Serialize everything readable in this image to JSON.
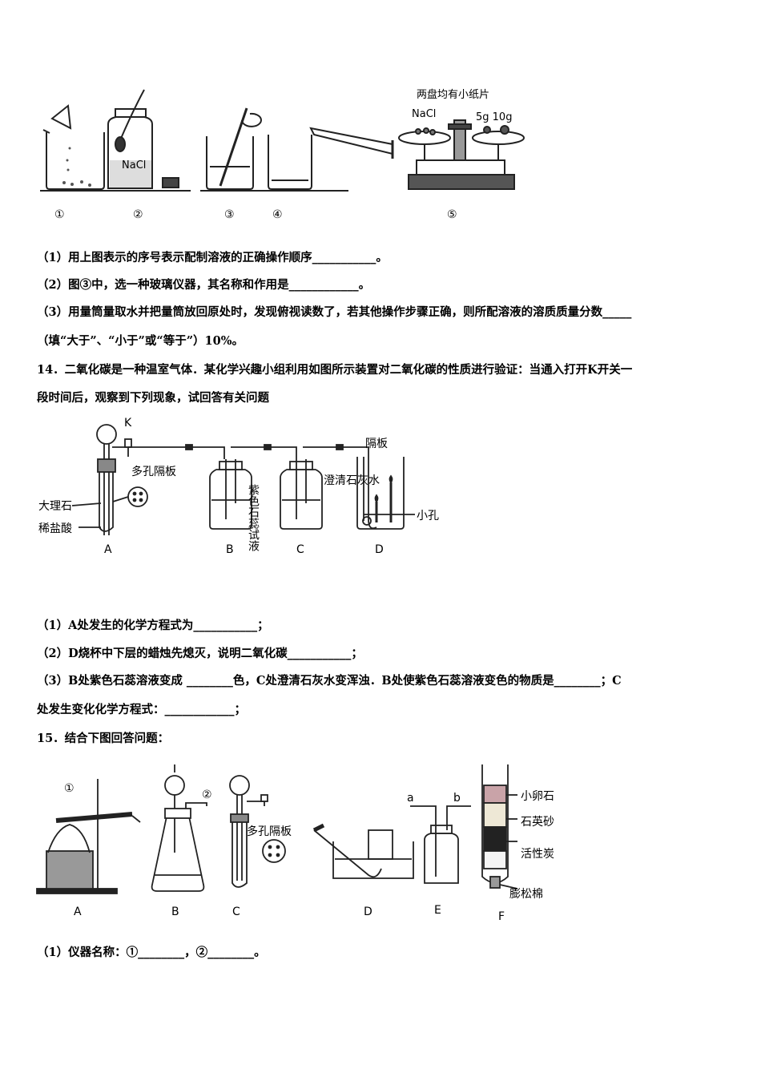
{
  "figure1": {
    "labels": [
      "①",
      "②",
      "③",
      "④",
      "⑤"
    ],
    "nacl_jar": "NaCl",
    "balance_note": "两盘均有小纸片",
    "balance_nacl": "NaCl",
    "weights": "5g  10g"
  },
  "q13": {
    "line1": "（1）用上图表示的序号表示配制溶液的正确操作顺序___________。",
    "line2": "（2）图③中，选一种玻璃仪器，其名称和作用是____________。",
    "line3": "（3）用量筒量取水并把量筒放回原处时，发现俯视读数了，若其他操作步骤正确，则所配溶液的溶质质量分数_____",
    "line4": "（填“大于”、“小于”或“等于”）10%。"
  },
  "q14": {
    "line1": "14．二氧化碳是一种温室气体．某化学兴趣小组利用如图所示装置对二氧化碳的性质进行验证：当通入打开K开关一",
    "line2": "段时间后，观察到下列现象，试回答有关问题",
    "fig": {
      "k": "K",
      "porous": "多孔隔板",
      "marble": "大理石",
      "acid": "稀盐酸",
      "litmus": "紫色石蕊试液",
      "limewater": "澄清石灰水",
      "partition": "隔板",
      "hole": "小孔",
      "letters": [
        "A",
        "B",
        "C",
        "D"
      ]
    },
    "sub1": "（1）A处发生的化学方程式为___________；",
    "sub2": "（2）D烧杯中下层的蜡烛先熄灭，说明二氧化碳___________；",
    "sub3": "（3）B处紫色石蕊溶液变成 ________色，C处澄清石灰水变浑浊．B处使紫色石蕊溶液变色的物质是________；C",
    "sub4": "处发生变化化学方程式：____________；"
  },
  "q15": {
    "title": "15．结合下图回答问题：",
    "fig": {
      "num1": "①",
      "num2": "②",
      "porous": "多孔隔板",
      "a": "a",
      "b": "b",
      "pebbles": "小卵石",
      "sand": "石英砂",
      "carbon": "活性炭",
      "cotton": "膨松棉",
      "letters": [
        "A",
        "B",
        "C",
        "D",
        "E",
        "F"
      ]
    },
    "sub1": "（1）仪器名称：①________，②________。"
  }
}
